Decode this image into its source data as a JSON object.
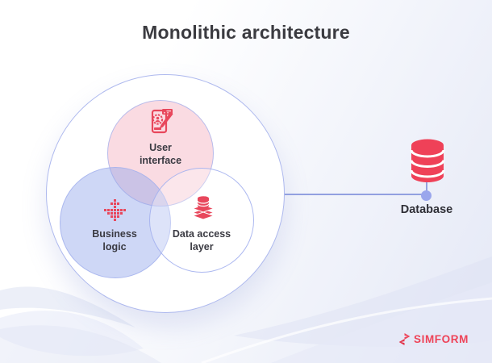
{
  "title": "Monolithic architecture",
  "venn": {
    "outer_circle": {
      "name": "monolith-boundary"
    },
    "circles": [
      {
        "id": "user-interface",
        "label": "User\ninterface",
        "icon": "ui-design-icon",
        "fill": "#f8dde3"
      },
      {
        "id": "business-logic",
        "label": "Business\nlogic",
        "icon": "flowchart-icon",
        "fill": "#cbd4f4"
      },
      {
        "id": "data-access-layer",
        "label": "Data access\nlayer",
        "icon": "data-layers-icon",
        "fill": "#ffffff"
      }
    ]
  },
  "database": {
    "label": "Database",
    "icon": "database-icon"
  },
  "logo": {
    "brand": "SIMFORM",
    "icon": "simform-icon"
  },
  "colors": {
    "accent_red": "#ee4358",
    "circle_border": "#a7b3ec",
    "connector": "#92a0e0",
    "connector_dot": "#9aa6ec",
    "title_text": "#3b3b40",
    "label_text": "#3a3a42",
    "background_tint": "#e4e8f6"
  }
}
